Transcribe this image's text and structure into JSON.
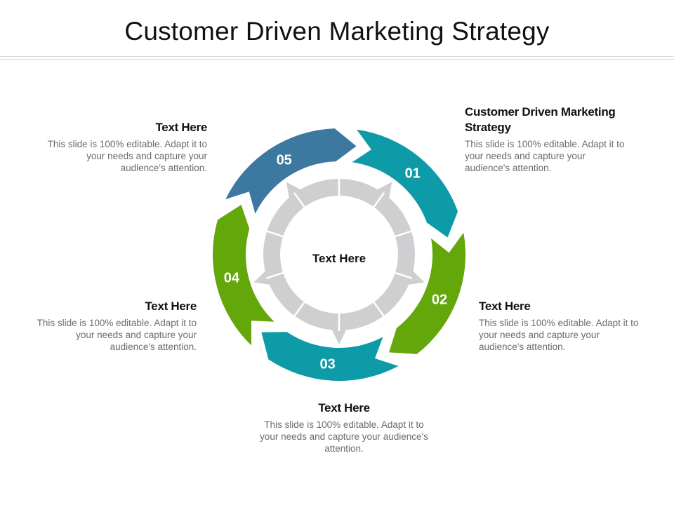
{
  "title": "Customer Driven Marketing Strategy",
  "center_label": "Text Here",
  "colors": {
    "teal": "#0e9ba8",
    "green": "#64a70b",
    "steel_blue": "#3d78a0",
    "ring_grey": "#cfcfd1"
  },
  "segments": [
    {
      "number": "01",
      "color": "#0e9ba8"
    },
    {
      "number": "02",
      "color": "#64a70b"
    },
    {
      "number": "03",
      "color": "#0e9ba8"
    },
    {
      "number": "04",
      "color": "#64a70b"
    },
    {
      "number": "05",
      "color": "#3d78a0"
    }
  ],
  "blocks": {
    "b01": {
      "heading": "Customer Driven Marketing Strategy",
      "body": "This slide is 100% editable. Adapt it to your needs and capture your audience's attention."
    },
    "b02": {
      "heading": "Text Here",
      "body": "This slide is 100% editable. Adapt it to your needs and capture your audience's attention."
    },
    "b03": {
      "heading": "Text Here",
      "body": "This slide is 100% editable. Adapt it to your needs and capture your audience's attention."
    },
    "b04": {
      "heading": "Text Here",
      "body": "This slide is 100% editable. Adapt it to your needs and capture your audience's attention."
    },
    "b05": {
      "heading": "Text Here",
      "body": "This slide is 100% editable. Adapt it to your needs and capture your audience's attention."
    }
  }
}
